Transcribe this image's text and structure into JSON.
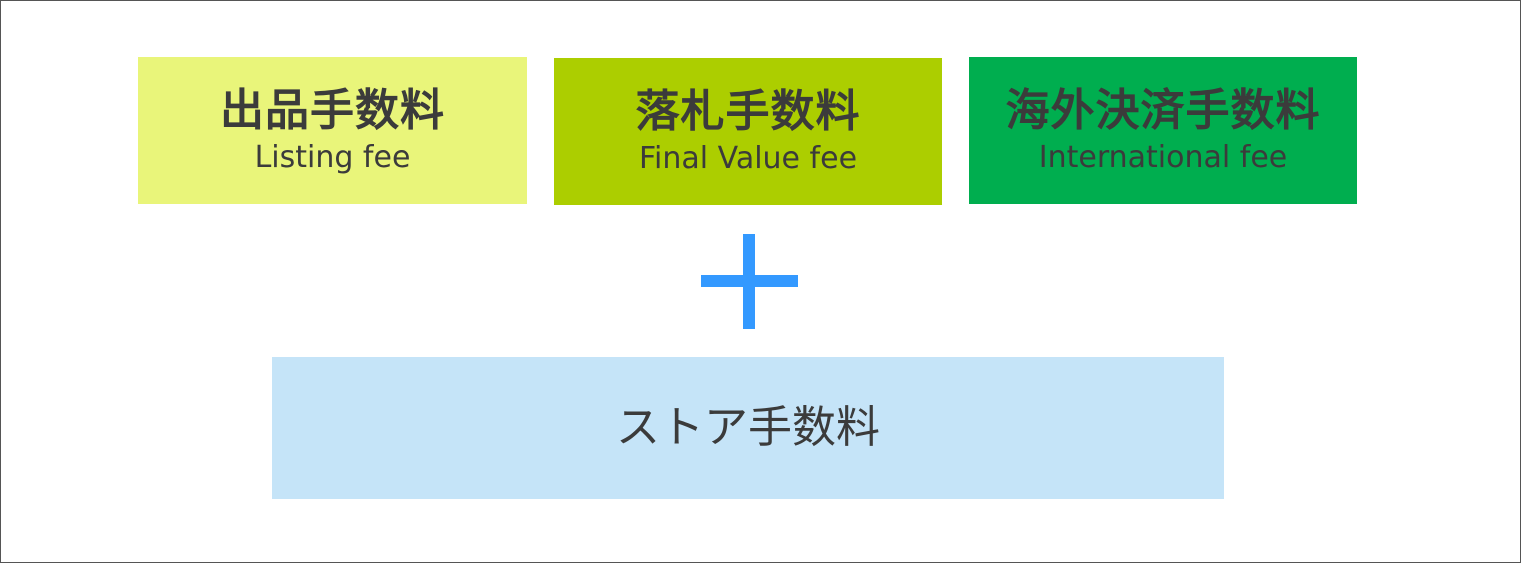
{
  "colors": {
    "listing_bg": "#e9f57a",
    "final_value_bg": "#acce00",
    "international_bg": "#00ae4f",
    "plus": "#3399ff",
    "store_bg": "#c5e4f8",
    "text": "#3b3b3b",
    "frame_border": "#555555"
  },
  "fees": [
    {
      "jp": "出品手数料",
      "en": "Listing fee"
    },
    {
      "jp": "落札手数料",
      "en": "Final Value fee"
    },
    {
      "jp": "海外決済手数料",
      "en": "International fee"
    }
  ],
  "operator": {
    "icon": "plus-icon"
  },
  "store_fee": {
    "label": "ストア手数料"
  }
}
